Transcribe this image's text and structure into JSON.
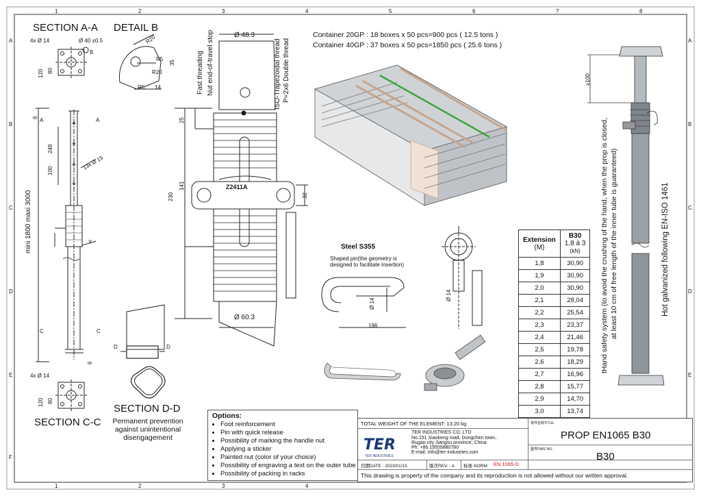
{
  "frame": {
    "col_marks": [
      "1",
      "2",
      "3",
      "4",
      "5",
      "6",
      "7",
      "8"
    ],
    "row_marks": [
      "A",
      "B",
      "C",
      "D",
      "E",
      "F"
    ]
  },
  "labels": {
    "section_aa": "SECTION A-A",
    "detail_b": "DETAIL B",
    "section_cc": "SECTION C-C",
    "section_dd": "SECTION D-D",
    "permanent": [
      "Permanent prevention",
      "against unintentional",
      "disengagement"
    ],
    "steel": "Steel S355",
    "pin_note": [
      "Shaped pin(the geometry is",
      "designed to facilitate insertion)"
    ],
    "container_20": "Container 20GP  : 18 boxes x 50 pcs=900 pcs   ( 12.5 tons )",
    "container_40": "Container 40GP  : 37 boxes x 50 pcs=1850 pcs  ( 25.6 tons )",
    "fast_threading": "Fast threading",
    "nut_stop": "Nut end-of-travel stop",
    "iso_thread": "ISO-Trapezoidal thread",
    "double_thread": "P=2x6 Double thread",
    "nut_mark": "Z2411A",
    "hand_safety_1": "tHand safety system (to avoid the crushing of the hand, when the prop is closed,",
    "hand_safety_2": "at least 10 cm of free length of the inner tube is guaranteed)",
    "hot_galv": "Hot galvanized following EN-ISO 1461",
    "mini_maxi": "mini 1800 maxi 3000"
  },
  "dims": {
    "d40": "Ø 40 ±0.5",
    "d14_4x": "4x Ø 14",
    "d14_4x_b": "4x Ø 14",
    "d120": "120",
    "d80": "80",
    "d120b": "120",
    "d80b": "80",
    "r20a": "R20",
    "r5a": "R5",
    "r20b": "R20",
    "r5b": "R5",
    "d14b": "14",
    "d35": "35",
    "d48": "Ø 48.3",
    "d25": "25",
    "d141": "141",
    "d230": "230",
    "d32": "32",
    "d60": "Ø 60.3",
    "d248": "248",
    "d100": "100",
    "d13x15": "13x Ø 15",
    "d6a": "6",
    "d6b": "6",
    "d196": "196",
    "d14pin": "Ø 14",
    "d14ring": "Ø 14",
    "d100r": "≥100",
    "letter_a1": "A",
    "letter_a2": "A",
    "letter_c1": "C",
    "letter_c2": "C",
    "letter_d1": "D",
    "letter_d2": "D",
    "letter_b": "B",
    "letter_y": "Y"
  },
  "table": {
    "col1": "Extension",
    "col1_unit": "(M)",
    "col2": "B30",
    "col2_sub": "1,8 à 3",
    "col2_unit": "(kN)",
    "rows": [
      [
        "1,8",
        "30,90"
      ],
      [
        "1,9",
        "30,90"
      ],
      [
        "2,0",
        "30,90"
      ],
      [
        "2,1",
        "28,04"
      ],
      [
        "2,2",
        "25,54"
      ],
      [
        "2,3",
        "23,37"
      ],
      [
        "2,4",
        "21,46"
      ],
      [
        "2,5",
        "19,78"
      ],
      [
        "2,6",
        "18,29"
      ],
      [
        "2,7",
        "16,96"
      ],
      [
        "2,8",
        "15,77"
      ],
      [
        "2,9",
        "14,70"
      ],
      [
        "3,0",
        "13,74"
      ]
    ]
  },
  "options": {
    "title": "Options:",
    "items": [
      "Foot reinforcement",
      "Pin with quick release",
      "Possibility of marking the handle nut",
      "Applying a sticker",
      "Painted nut (color of your choice)",
      "Possibility of engraving a text on the outer tube",
      "Possibility of packing in racks"
    ]
  },
  "titleblock": {
    "weight": "TOTAL WEIGHT OF THE ELEMENT:  13.20 kg",
    "company": "TER INDUSTRIES CO.,LTD",
    "addr1": "No.151 Xiaokeng road, Dongchen town,",
    "addr2": "Rugao city Jiangsu province, China",
    "phone": "Ph: +86 19555880780",
    "email": "E-mail: info@ter-industries.com",
    "logo": "TER",
    "logo_sub": "TER INDUSTRIES",
    "title_label": "零件名称TITLE:",
    "dwg_label": "图号DWG NO:",
    "title": "PROP EN1065 B30",
    "dwg": "B30",
    "date": "日期DATE : 2023/01/15",
    "rev": "版次REV. : A",
    "norm_label": "标准 NORM:",
    "norm": "EN 1065-D",
    "property": "This drawing is property of the company and its reproduction is not allowed without our written approval."
  },
  "colors": {
    "accent_red": "#cc1111",
    "logo_blue": "#1a3a7a",
    "line": "#222222"
  }
}
